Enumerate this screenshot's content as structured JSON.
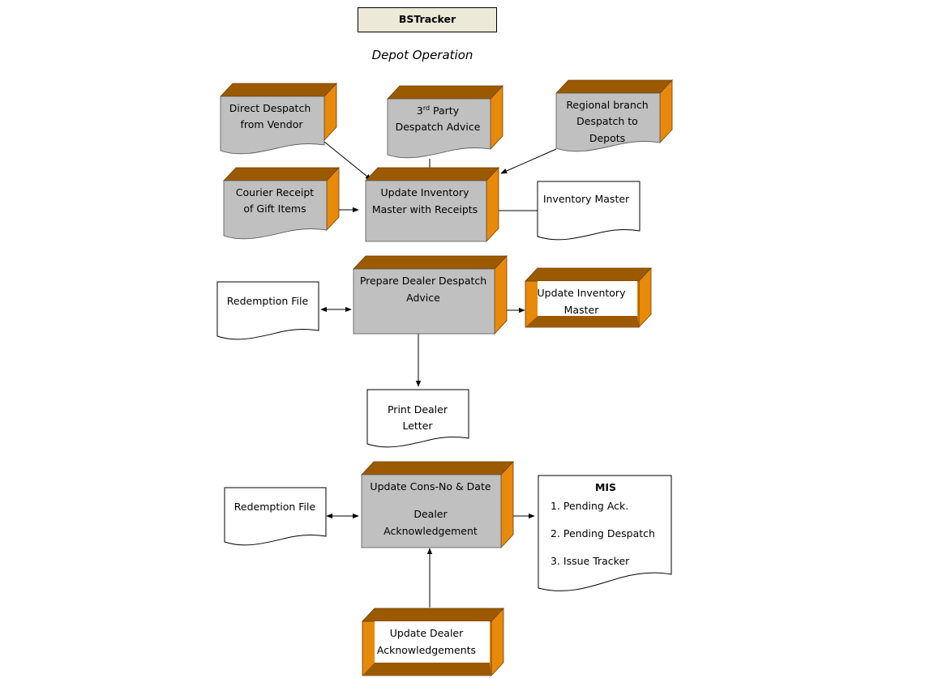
{
  "header": {
    "app_title": "BSTracker",
    "subtitle": "Depot Operation"
  },
  "nodes": {
    "direct_despatch": [
      "Direct  Despatch",
      "from Vendor"
    ],
    "third_party": {
      "prefix": "3",
      "sup": "rd",
      "rest": " Party",
      "line2": "Despatch Advice"
    },
    "regional_branch": [
      "Regional branch",
      "Despatch to",
      "Depots"
    ],
    "courier_receipt": [
      "Courier Receipt",
      "of Gift Items"
    ],
    "update_inventory_receipts": [
      "Update Inventory",
      "Master with Receipts"
    ],
    "inventory_master": [
      "Inventory Master"
    ],
    "prepare_dealer_despatch": [
      "Prepare Dealer Despatch",
      "Advice"
    ],
    "redemption_file_1": [
      "Redemption File"
    ],
    "update_inventory_master": [
      "Update Inventory",
      "Master"
    ],
    "print_dealer_letter": [
      "Print Dealer",
      "Letter"
    ],
    "update_cons_no": [
      "Update Cons-No & Date",
      "Dealer",
      "Acknowledgement"
    ],
    "redemption_file_2": [
      "Redemption File"
    ],
    "mis": {
      "title": "MIS",
      "items": [
        "1. Pending Ack.",
        "2. Pending Despatch",
        "3. Issue Tracker"
      ]
    },
    "update_dealer_ack": [
      "Update Dealer",
      "Acknowledgements"
    ]
  },
  "colors": {
    "box_fill": "#c0c0c0",
    "box_top": "#9c5a00",
    "box_side": "#e8890a",
    "frame_orange": "#e8890a",
    "title_fill": "#ece9d8"
  }
}
